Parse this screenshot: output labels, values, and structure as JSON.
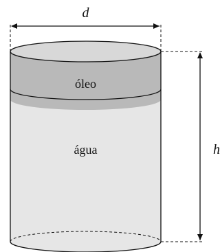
{
  "labels": {
    "diameter": "d",
    "height": "h",
    "oil_layer": "óleo",
    "water_layer": "água"
  },
  "colors": {
    "oil_fill": "#b9b9b9",
    "water_fill": "#e6e6e6",
    "outline": "#111111",
    "dashed_guides": "#111111",
    "background": "#ffffff"
  }
}
